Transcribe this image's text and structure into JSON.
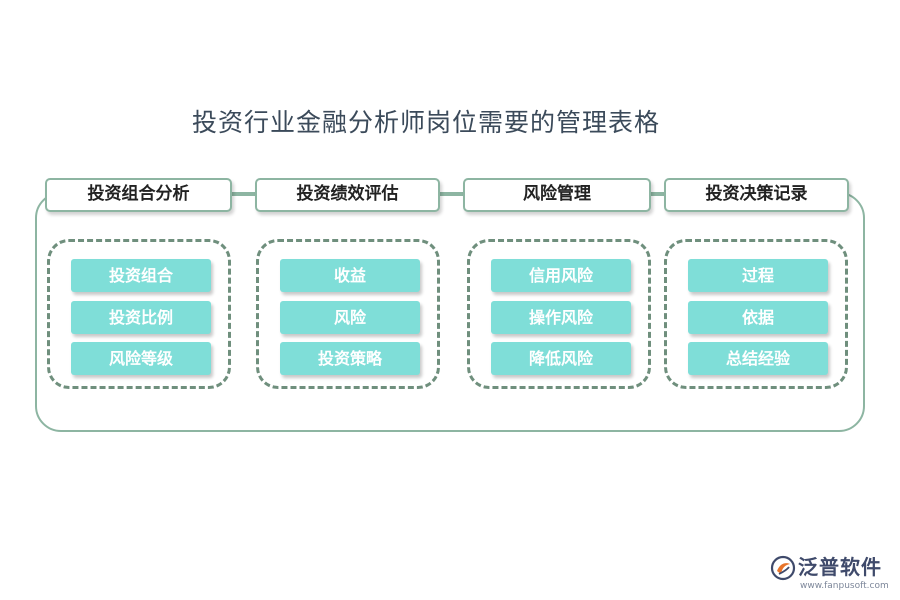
{
  "title": "投资行业金融分析师岗位需要的管理表格",
  "columns": [
    {
      "header": "投资组合分析",
      "items": [
        "投资组合",
        "投资比例",
        "风险等级"
      ]
    },
    {
      "header": "投资绩效评估",
      "items": [
        "收益",
        "风险",
        "投资策略"
      ]
    },
    {
      "header": "风险管理",
      "items": [
        "信用风险",
        "操作风险",
        "降低风险"
      ]
    },
    {
      "header": "投资决策记录",
      "items": [
        "过程",
        "依据",
        "总结经验"
      ]
    }
  ],
  "logo": {
    "name": "泛普软件",
    "url": "www.fanpusoft.com",
    "icon": "fanpu-logo-icon"
  },
  "colors": {
    "border": "#8db5a2",
    "dashed": "#6f8f7d",
    "item_fill": "#7fded8",
    "title": "#3b4a5a"
  }
}
